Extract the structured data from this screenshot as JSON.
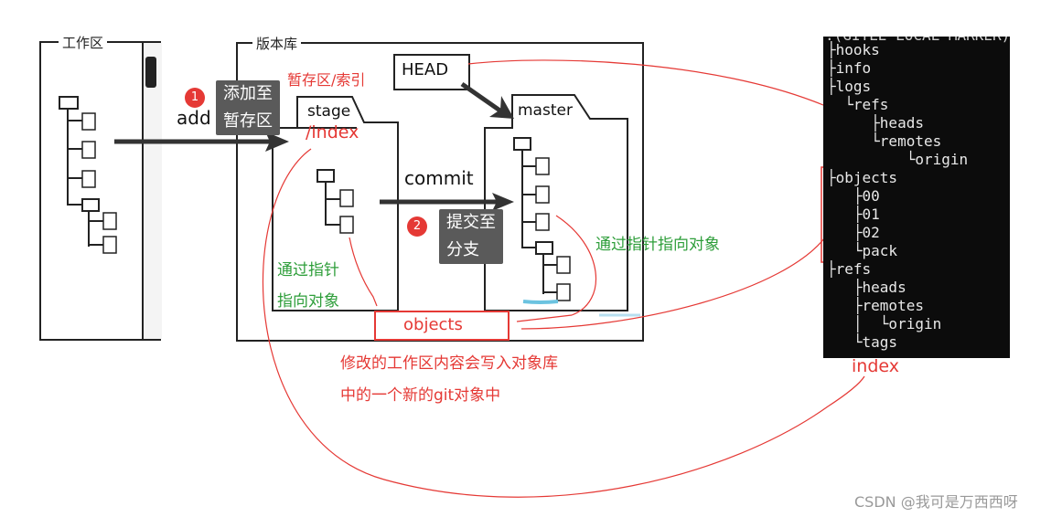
{
  "workspace": {
    "title": "工作区",
    "add_label": "add"
  },
  "repository": {
    "title": "版本库",
    "head_label": "HEAD",
    "stage_label": "stage",
    "master_label": "master",
    "commit_label": "commit",
    "objects_label": "objects"
  },
  "steps": [
    {
      "number": "1",
      "text_line1": "添加至",
      "text_line2": "暂存区"
    },
    {
      "number": "2",
      "text_line1": "提交至",
      "text_line2": "分支"
    }
  ],
  "annotations": {
    "stage_index_cn": "暂存区/索引",
    "stage_index_en": "/index",
    "pointer_left_line1": "通过指针",
    "pointer_left_line2": "指向对象",
    "pointer_right": "通过指针指向对象",
    "write_note_line1": "修改的工作区内容会写入对象库",
    "write_note_line2": "中的一个新的git对象中",
    "index_label": "index"
  },
  "terminal": {
    "top_partial": ".(GITLE LOCAL MARKER)",
    "lines": [
      "├hooks",
      "├info",
      "├logs",
      "  └refs",
      "     ├heads",
      "     └remotes",
      "         └origin",
      "├objects",
      "   ├00",
      "   ├01",
      "   ├02",
      "   └pack",
      "├refs",
      "   ├heads",
      "   ├remotes",
      "   │  └origin",
      "   └tags"
    ]
  },
  "watermark": "CSDN @我可是万西西呀",
  "colors": {
    "annotation_red": "#e53935",
    "annotation_green": "#2e9e3a",
    "tooltip_bg": "#5a5a5a",
    "terminal_bg": "#0c0c0c"
  }
}
